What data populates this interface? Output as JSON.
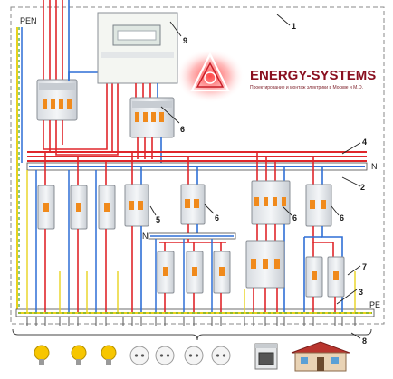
{
  "labels": {
    "pen": "PEN",
    "n_bus": "N",
    "n_bus_secondary": "N",
    "pe_bus": "PE"
  },
  "callouts": [
    "1",
    "2",
    "3",
    "4",
    "5",
    "6",
    "6",
    "6",
    "6",
    "7",
    "8",
    "9"
  ],
  "logo": {
    "brand": "ENERGY-SYSTEMS",
    "tagline": "Проектирование и монтаж электрики в Москве и М.О."
  },
  "colors": {
    "phase": "#e0262b",
    "neutral": "#2f6fd6",
    "earth_yellow": "#e8d21e",
    "earth_green": "#3ba33b",
    "enclosure": "#7a7a7a",
    "breaker_body": "#e9ecef",
    "breaker_toggle": "#f08a1c"
  },
  "loads": [
    {
      "icon": "bulb-icon"
    },
    {
      "icon": "bulb-icon"
    },
    {
      "icon": "bulb-icon"
    },
    {
      "icon": "socket-icon"
    },
    {
      "icon": "socket-icon"
    },
    {
      "icon": "socket-icon"
    },
    {
      "icon": "socket-icon"
    },
    {
      "icon": "stove-icon"
    },
    {
      "icon": "house-icon"
    }
  ]
}
